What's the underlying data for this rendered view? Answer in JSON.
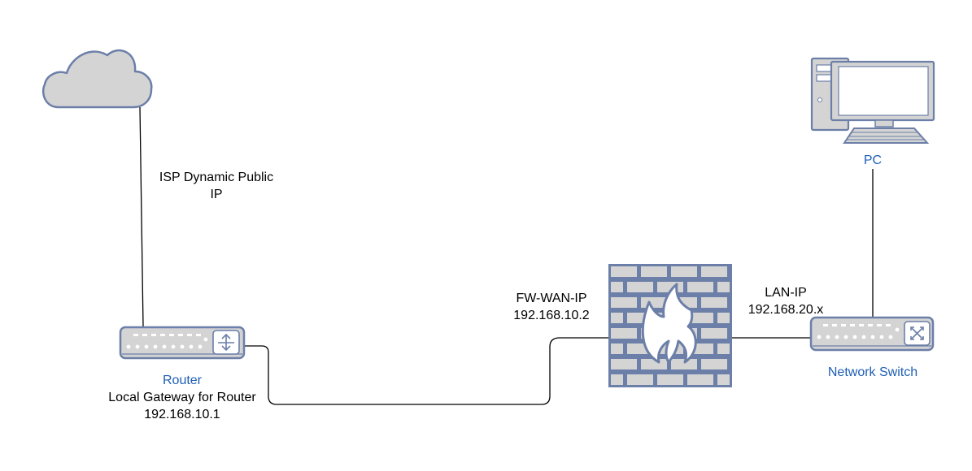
{
  "colors": {
    "device_stroke": "#6c7fa8",
    "device_fill": "#d4d4d4",
    "device_panel": "#c0c0c0",
    "caption_blue": "#1f5fb4",
    "edge": "#000000"
  },
  "nodes": {
    "cloud": {
      "icon": "cloud-icon"
    },
    "router": {
      "icon": "router-icon",
      "title": "Router",
      "line1": "Local Gateway for Router",
      "line2": "192.168.10.1"
    },
    "firewall": {
      "icon": "firewall-icon"
    },
    "switch": {
      "icon": "network-switch-icon",
      "title": "Network Switch"
    },
    "pc": {
      "icon": "pc-icon",
      "title": "PC"
    }
  },
  "edges": {
    "isp": {
      "line1": "ISP Dynamic Public",
      "line2": "IP"
    },
    "fw_wan": {
      "line1": "FW-WAN-IP",
      "line2": "192.168.10.2"
    },
    "lan": {
      "line1": "LAN-IP",
      "line2": "192.168.20.x"
    }
  }
}
